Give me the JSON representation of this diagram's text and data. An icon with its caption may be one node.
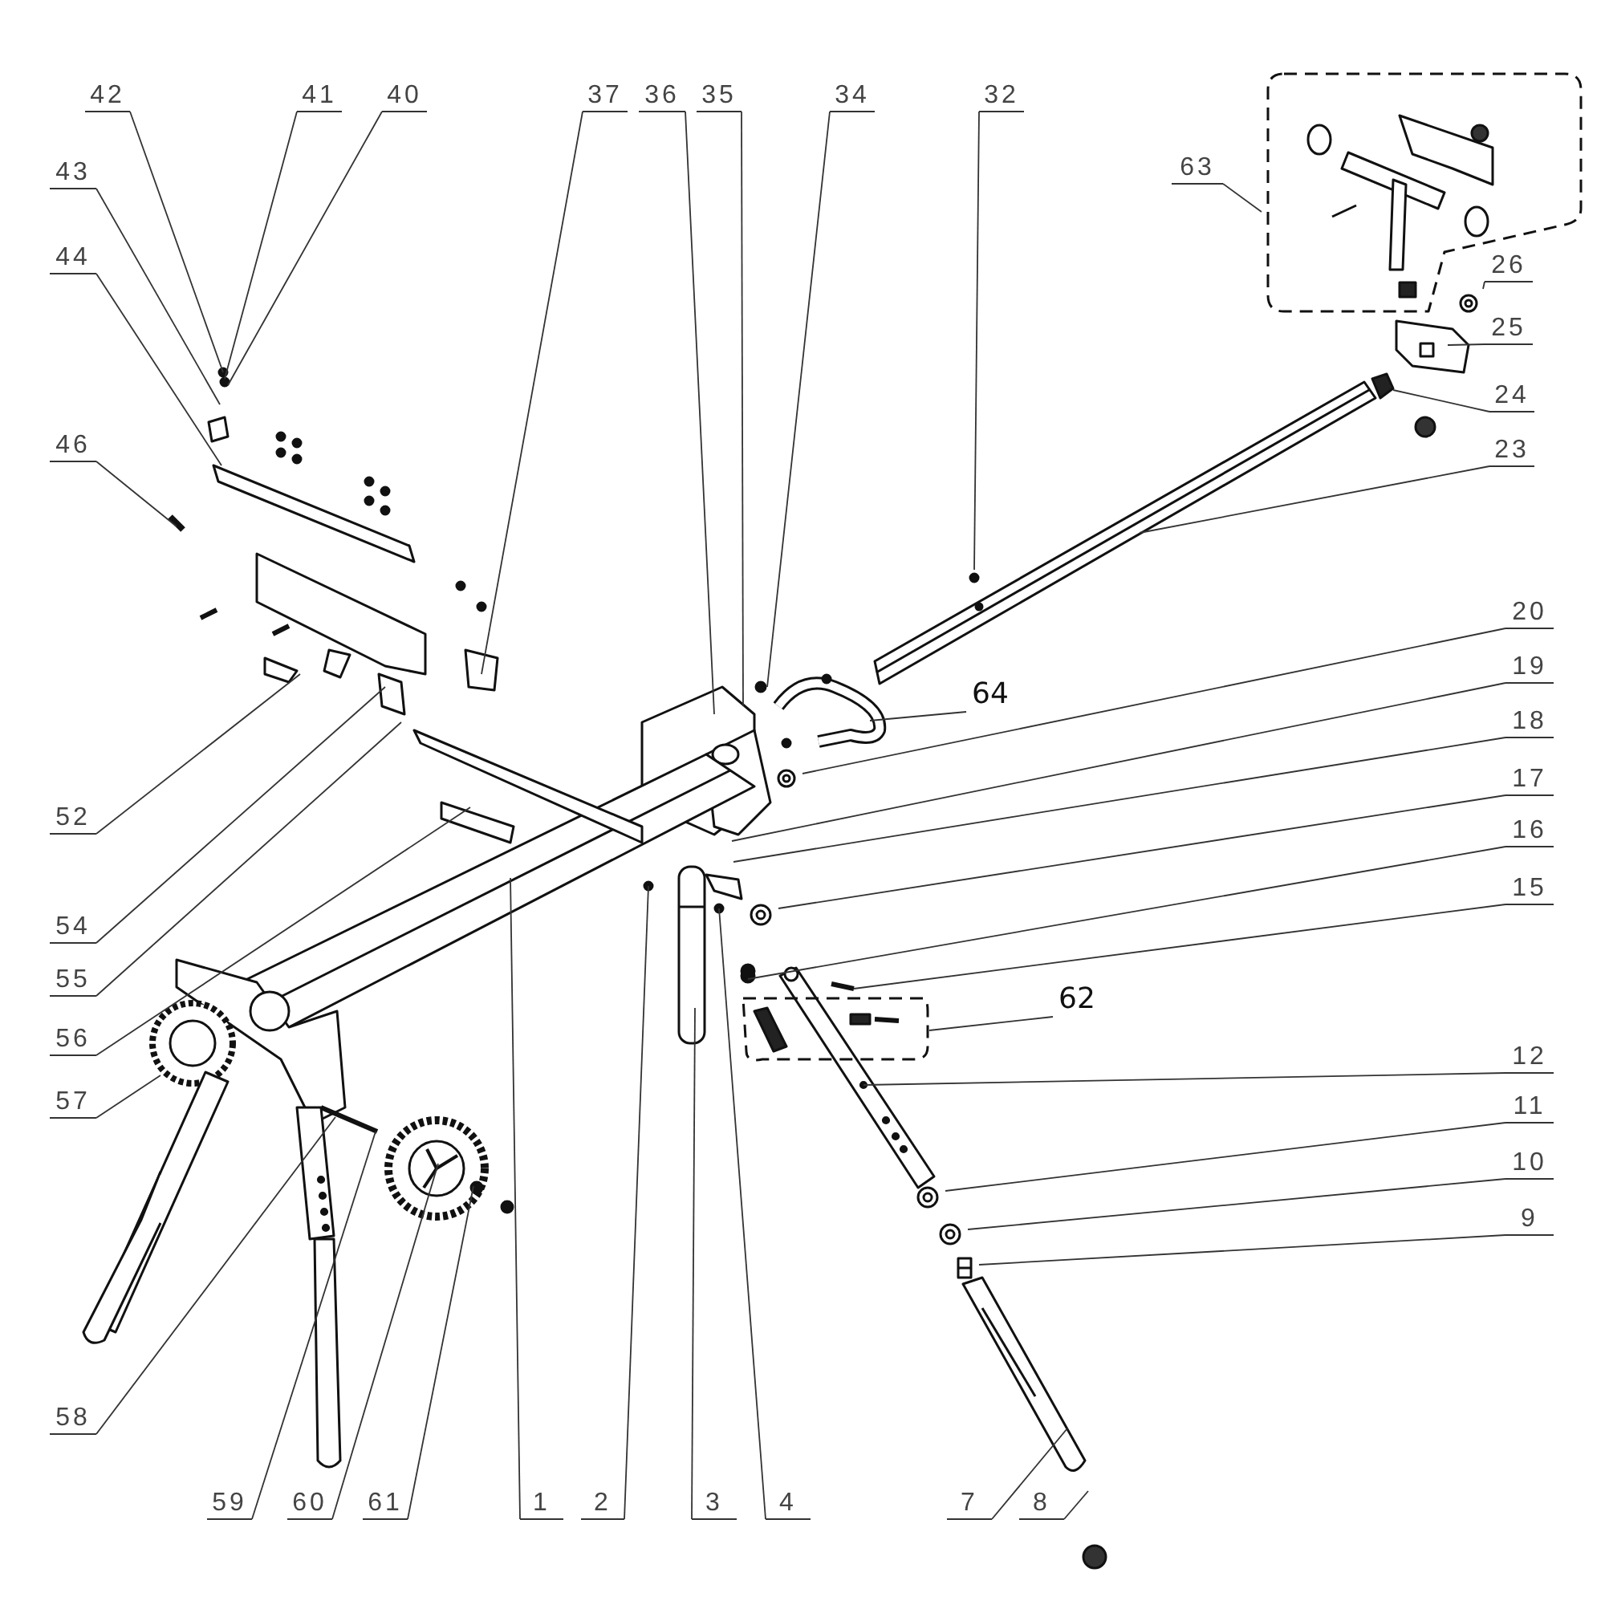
{
  "diagram": {
    "nodes": [
      {
        "text": [
          "42"
        ]
      },
      {
        "text": [
          "41"
        ]
      },
      {
        "text": [
          "40"
        ]
      },
      {
        "text": [
          "37"
        ]
      },
      {
        "text": [
          "36"
        ]
      },
      {
        "text": [
          "35"
        ]
      },
      {
        "text": [
          "34"
        ]
      },
      {
        "text": [
          "32"
        ]
      },
      {
        "text": [
          "63"
        ]
      },
      {
        "text": [
          "43"
        ]
      },
      {
        "text": [
          "44"
        ]
      },
      {
        "text": [
          "26"
        ]
      },
      {
        "text": [
          "25"
        ]
      },
      {
        "text": [
          "24"
        ]
      },
      {
        "text": [
          "46"
        ]
      },
      {
        "text": [
          "23"
        ]
      },
      {
        "text": [
          "20"
        ]
      },
      {
        "text": [
          "19"
        ]
      },
      {
        "text": [
          "64"
        ]
      },
      {
        "text": [
          "18"
        ]
      },
      {
        "text": [
          "17"
        ]
      },
      {
        "text": [
          "52"
        ]
      },
      {
        "text": [
          "16"
        ]
      },
      {
        "text": [
          "15"
        ]
      },
      {
        "text": [
          "54"
        ]
      },
      {
        "text": [
          "55"
        ]
      },
      {
        "text": [
          "62"
        ]
      },
      {
        "text": [
          "56"
        ]
      },
      {
        "text": [
          "12"
        ]
      },
      {
        "text": [
          "57"
        ]
      },
      {
        "text": [
          "11"
        ]
      },
      {
        "text": [
          "10"
        ]
      },
      {
        "text": [
          "9"
        ]
      },
      {
        "text": [
          "58"
        ]
      },
      {
        "text": [
          "59"
        ]
      },
      {
        "text": [
          "60"
        ]
      },
      {
        "text": [
          "61"
        ]
      },
      {
        "text": [
          "1"
        ]
      },
      {
        "text": [
          "2"
        ]
      },
      {
        "text": [
          "3"
        ]
      },
      {
        "text": [
          "4"
        ]
      },
      {
        "text": [
          "7"
        ]
      },
      {
        "text": [
          "8"
        ]
      }
    ],
    "edges": [
      {
        "from": 0,
        "to": null,
        "arrow": "none"
      },
      {
        "from": 1,
        "to": null,
        "arrow": "none"
      },
      {
        "from": 2,
        "to": null,
        "arrow": "none"
      },
      {
        "from": 3,
        "to": null,
        "arrow": "none"
      },
      {
        "from": 4,
        "to": null,
        "arrow": "none"
      },
      {
        "from": 5,
        "to": null,
        "arrow": "none"
      },
      {
        "from": 6,
        "to": null,
        "arrow": "none"
      },
      {
        "from": 7,
        "to": null,
        "arrow": "none"
      },
      {
        "from": 8,
        "to": null,
        "arrow": "none"
      },
      {
        "from": 9,
        "to": null,
        "arrow": "none"
      },
      {
        "from": 10,
        "to": null,
        "arrow": "none"
      },
      {
        "from": 11,
        "to": null,
        "arrow": "none"
      },
      {
        "from": 12,
        "to": null,
        "arrow": "none"
      },
      {
        "from": 13,
        "to": null,
        "arrow": "none"
      },
      {
        "from": 14,
        "to": null,
        "arrow": "none"
      },
      {
        "from": 15,
        "to": null,
        "arrow": "none"
      },
      {
        "from": 16,
        "to": null,
        "arrow": "none"
      },
      {
        "from": 17,
        "to": null,
        "arrow": "none"
      },
      {
        "from": 18,
        "to": null,
        "arrow": "none"
      },
      {
        "from": 19,
        "to": null,
        "arrow": "none"
      },
      {
        "from": 20,
        "to": null,
        "arrow": "none"
      },
      {
        "from": 21,
        "to": null,
        "arrow": "none"
      },
      {
        "from": 22,
        "to": null,
        "arrow": "none"
      },
      {
        "from": 23,
        "to": null,
        "arrow": "none"
      },
      {
        "from": 24,
        "to": null,
        "arrow": "none"
      },
      {
        "from": 25,
        "to": null,
        "arrow": "none"
      },
      {
        "from": 26,
        "to": null,
        "arrow": "none"
      },
      {
        "from": 27,
        "to": null,
        "arrow": "none"
      },
      {
        "from": 28,
        "to": null,
        "arrow": "none"
      },
      {
        "from": 29,
        "to": null,
        "arrow": "none"
      },
      {
        "from": 30,
        "to": null,
        "arrow": "none"
      },
      {
        "from": 31,
        "to": null,
        "arrow": "none"
      },
      {
        "from": 32,
        "to": null,
        "arrow": "none"
      },
      {
        "from": 33,
        "to": null,
        "arrow": "none"
      },
      {
        "from": 34,
        "to": null,
        "arrow": "none"
      },
      {
        "from": 35,
        "to": null,
        "arrow": "none"
      },
      {
        "from": 36,
        "to": null,
        "arrow": "none"
      },
      {
        "from": 37,
        "to": null,
        "arrow": "none"
      },
      {
        "from": 38,
        "to": null,
        "arrow": "none"
      },
      {
        "from": 39,
        "to": null,
        "arrow": "none"
      },
      {
        "from": 40,
        "to": null,
        "arrow": "none"
      },
      {
        "from": 41,
        "to": null,
        "arrow": "none"
      },
      {
        "from": 42,
        "to": null,
        "arrow": "none"
      }
    ]
  }
}
